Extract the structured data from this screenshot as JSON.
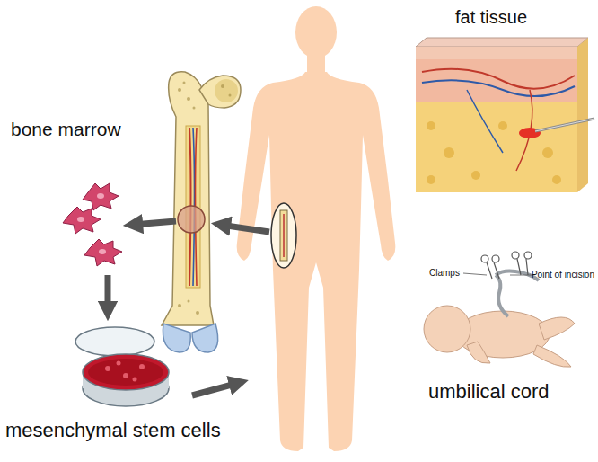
{
  "diagram": {
    "labels": [
      "bone marrow",
      "fat tissue",
      "Clamps",
      "Point of incision",
      "umbilical cord",
      "mesenchymal stem cells"
    ]
  }
}
